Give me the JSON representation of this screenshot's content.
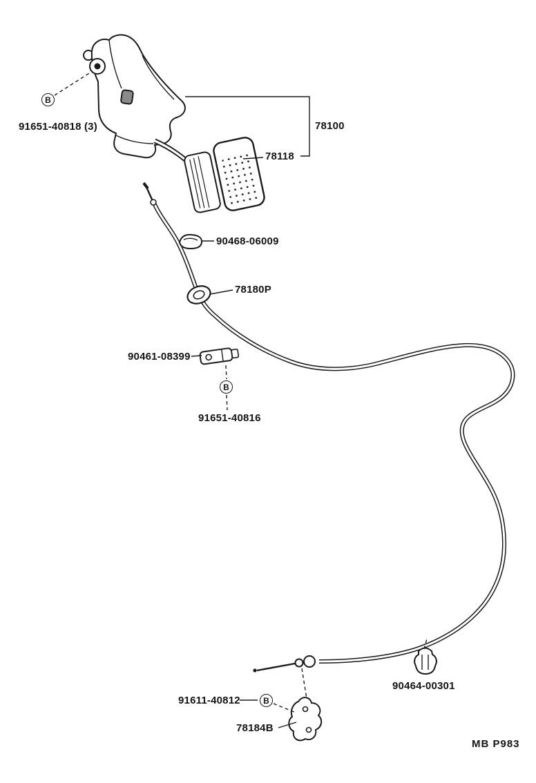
{
  "page": {
    "background": "#ffffff",
    "line_color": "#1a1a1a"
  },
  "parts": {
    "bolt_upper": "91651-40818 (3)",
    "pedal_assembly": "78100",
    "pedal_pad": "78118",
    "spring_clip": "90468-06009",
    "cable_grommet": "78180P",
    "cable_clamp": "90461-08399",
    "bolt_mid": "91651-40816",
    "cable_clip": "90464-00301",
    "bolt_lower": "91611-40812",
    "cable_bracket": "78184B"
  },
  "symbols": {
    "bolt_marker": "B"
  },
  "footer": {
    "page_code": "MB  P983"
  }
}
